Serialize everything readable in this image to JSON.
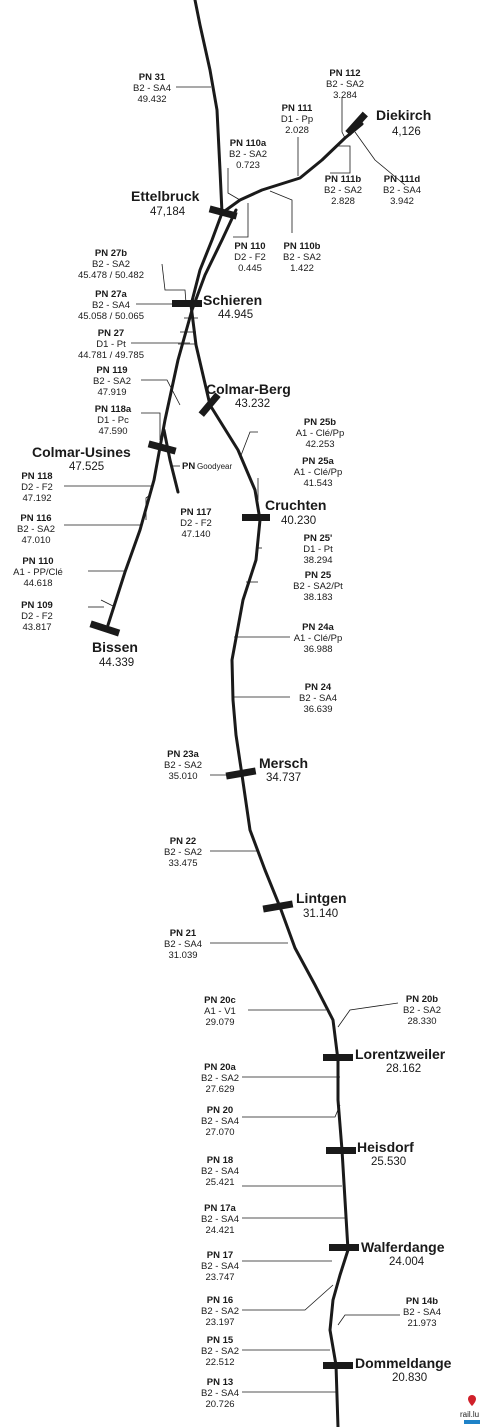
{
  "stations": [
    {
      "id": "diekirch",
      "name": "Diekirch",
      "km": "4,126"
    },
    {
      "id": "ettelbruck",
      "name": "Ettelbruck",
      "km": "47,184"
    },
    {
      "id": "schieren",
      "name": "Schieren",
      "km": "44.945"
    },
    {
      "id": "colmar-berg",
      "name": "Colmar-Berg",
      "km": "43.232"
    },
    {
      "id": "colmar-usines",
      "name": "Colmar-Usines",
      "km": "47.525"
    },
    {
      "id": "cruchten",
      "name": "Cruchten",
      "km": "40.230"
    },
    {
      "id": "bissen",
      "name": "Bissen",
      "km": "44.339"
    },
    {
      "id": "mersch",
      "name": "Mersch",
      "km": "34.737"
    },
    {
      "id": "lintgen",
      "name": "Lintgen",
      "km": "31.140"
    },
    {
      "id": "lorentzweiler",
      "name": "Lorentzweiler",
      "km": "28.162"
    },
    {
      "id": "heisdorf",
      "name": "Heisdorf",
      "km": "25.530"
    },
    {
      "id": "walferdange",
      "name": "Walferdange",
      "km": "24.004"
    },
    {
      "id": "dommeldange",
      "name": "Dommeldange",
      "km": "20.830"
    }
  ],
  "crossings": [
    {
      "id": "pn31",
      "name": "PN 31",
      "type": "B2 - SA4",
      "km": "49.432"
    },
    {
      "id": "pn112",
      "name": "PN 112",
      "type": "B2 - SA2",
      "km": "3.284"
    },
    {
      "id": "pn111",
      "name": "PN 111",
      "type": "D1 - Pp",
      "km": "2.028"
    },
    {
      "id": "pn110a",
      "name": "PN 110a",
      "type": "B2 - SA2",
      "km": "0.723"
    },
    {
      "id": "pn111b",
      "name": "PN 111b",
      "type": "B2 - SA2",
      "km": "2.828"
    },
    {
      "id": "pn111d",
      "name": "PN 111d",
      "type": "B2 - SA4",
      "km": "3.942"
    },
    {
      "id": "pn110",
      "name": "PN 110",
      "type": "D2 - F2",
      "km": "0.445"
    },
    {
      "id": "pn110b",
      "name": "PN 110b",
      "type": "B2 - SA2",
      "km": "1.422"
    },
    {
      "id": "pn27b",
      "name": "PN 27b",
      "type": "B2 - SA2",
      "km": "45.478 / 50.482"
    },
    {
      "id": "pn27a",
      "name": "PN 27a",
      "type": "B2 - SA4",
      "km": "45.058 / 50.065"
    },
    {
      "id": "pn27",
      "name": "PN 27",
      "type": "D1 - Pt",
      "km": "44.781 / 49.785"
    },
    {
      "id": "pn119",
      "name": "PN 119",
      "type": "B2 - SA2",
      "km": "47.919"
    },
    {
      "id": "pn118a",
      "name": "PN 118a",
      "type": "D1 - Pc",
      "km": "47.590"
    },
    {
      "id": "pn118",
      "name": "PN 118",
      "type": "D2 - F2",
      "km": "47.192"
    },
    {
      "id": "pn116",
      "name": "PN 116",
      "type": "B2 - SA2",
      "km": "47.010"
    },
    {
      "id": "pn117",
      "name": "PN 117",
      "type": "D2 - F2",
      "km": "47.140"
    },
    {
      "id": "pn110-bissen",
      "name": "PN 110",
      "type": "A1 - PP/Clé",
      "km": "44.618"
    },
    {
      "id": "pn109",
      "name": "PN 109",
      "type": "D2 - F2",
      "km": "43.817"
    },
    {
      "id": "pn25b",
      "name": "PN 25b",
      "type": "A1 - Clé/Pp",
      "km": "42.253"
    },
    {
      "id": "pn25a",
      "name": "PN 25a",
      "type": "A1 - Clé/Pp",
      "km": "41.543"
    },
    {
      "id": "pn25prime",
      "name": "PN 25'",
      "type": "D1 - Pt",
      "km": "38.294"
    },
    {
      "id": "pn25",
      "name": "PN 25",
      "type": "B2 - SA2/Pt",
      "km": "38.183"
    },
    {
      "id": "pn24a",
      "name": "PN 24a",
      "type": "A1 - Clé/Pp",
      "km": "36.988"
    },
    {
      "id": "pn24",
      "name": "PN 24",
      "type": "B2 - SA4",
      "km": "36.639"
    },
    {
      "id": "pn23a",
      "name": "PN 23a",
      "type": "B2 - SA2",
      "km": "35.010"
    },
    {
      "id": "pn22",
      "name": "PN 22",
      "type": "B2 - SA2",
      "km": "33.475"
    },
    {
      "id": "pn21",
      "name": "PN 21",
      "type": "B2 - SA4",
      "km": "31.039"
    },
    {
      "id": "pn20c",
      "name": "PN 20c",
      "type": "A1 - V1",
      "km": "29.079"
    },
    {
      "id": "pn20b",
      "name": "PN 20b",
      "type": "B2 - SA2",
      "km": "28.330"
    },
    {
      "id": "pn20a",
      "name": "PN 20a",
      "type": "B2 - SA2",
      "km": "27.629"
    },
    {
      "id": "pn20",
      "name": "PN 20",
      "type": "B2 - SA4",
      "km": "27.070"
    },
    {
      "id": "pn18",
      "name": "PN 18",
      "type": "B2 - SA4",
      "km": "25.421"
    },
    {
      "id": "pn17a",
      "name": "PN 17a",
      "type": "B2 - SA4",
      "km": "24.421"
    },
    {
      "id": "pn17",
      "name": "PN 17",
      "type": "B2 - SA4",
      "km": "23.747"
    },
    {
      "id": "pn16",
      "name": "PN 16",
      "type": "B2 - SA2",
      "km": "23.197"
    },
    {
      "id": "pn14b",
      "name": "PN 14b",
      "type": "B2 - SA4",
      "km": "21.973"
    },
    {
      "id": "pn15",
      "name": "PN 15",
      "type": "B2 - SA2",
      "km": "22.512"
    },
    {
      "id": "pn13",
      "name": "PN 13",
      "type": "B2 - SA4",
      "km": "20.726"
    }
  ],
  "goodyear": {
    "prefix": "PN",
    "name": "Goodyear"
  },
  "logo": {
    "text": "rail.lu"
  }
}
